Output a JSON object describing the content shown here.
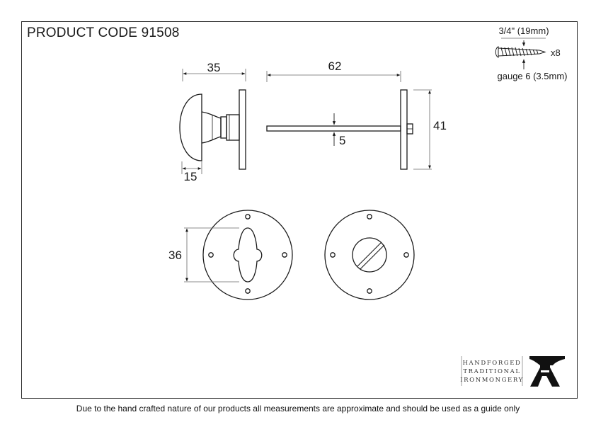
{
  "header": {
    "product_code": "PRODUCT CODE 91508"
  },
  "dimensions": {
    "knob_width": "35",
    "knob_neck": "15",
    "spindle_length": "62",
    "spindle_thickness": "5",
    "plate_height": "41",
    "rose_diameter": "36"
  },
  "screw_spec": {
    "length": "3/4\" (19mm)",
    "gauge": "gauge 6 (3.5mm)",
    "quantity": "x8"
  },
  "brand": {
    "line1": "HANDFORGED",
    "line2": "TRADITIONAL",
    "line3": "IRONMONGERY"
  },
  "footer": {
    "disclaimer": "Due to the hand crafted nature of our products all measurements are approximate and should be used as a guide only"
  },
  "icons": [
    "anvil-logo-icon",
    "screw-icon"
  ]
}
